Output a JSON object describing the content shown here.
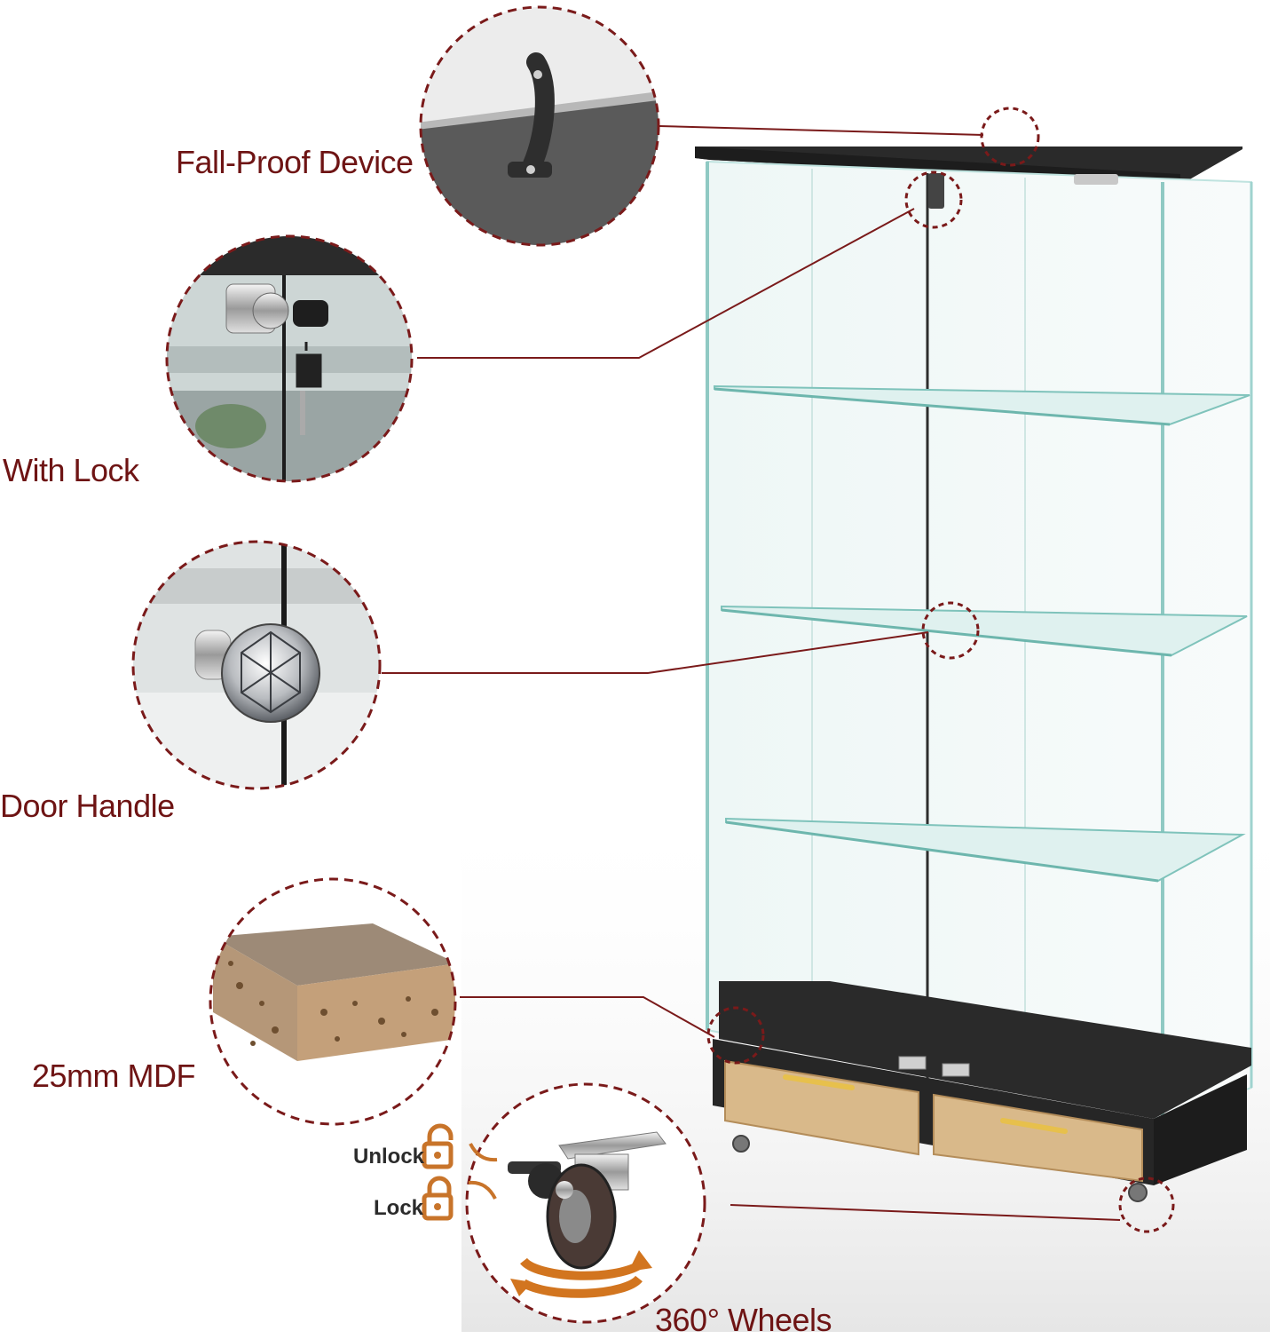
{
  "callouts": {
    "fall_proof": "Fall-Proof Device",
    "lock": "With Lock",
    "handle": "Door Handle",
    "mdf": "25mm MDF",
    "wheels": "360° Wheels"
  },
  "wheel_states": {
    "unlock": "Unlock",
    "lock": "Lock"
  },
  "colors": {
    "accent": "#7a1a1a",
    "cabinet": "#2a2a2a",
    "glass_edge": "#9fd3cf",
    "drawer_wood": "#d9b98a",
    "lock_icon": "#c8742a"
  },
  "icons": {
    "unlock": "unlock-icon",
    "lock": "lock-icon",
    "rotate": "rotate-arrows-icon"
  }
}
